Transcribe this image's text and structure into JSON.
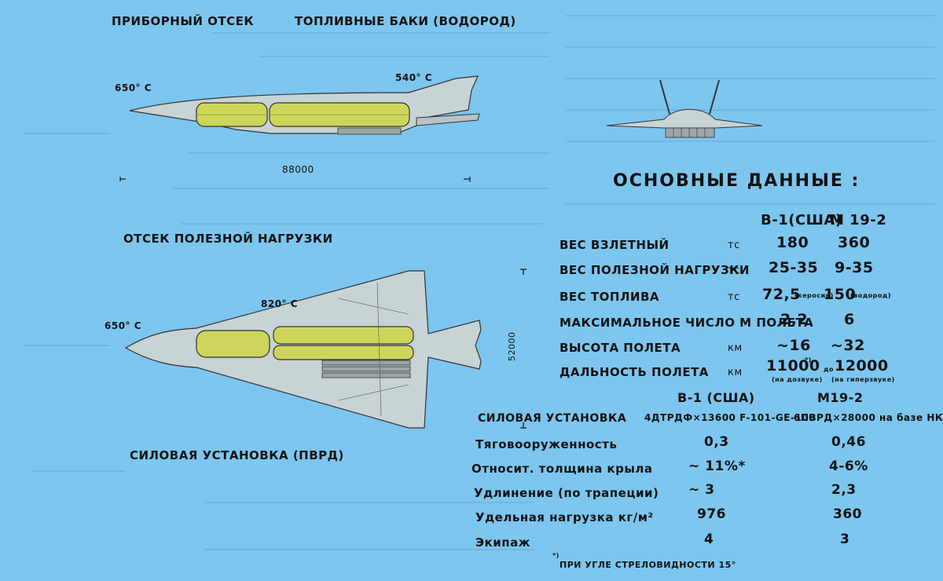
{
  "labels": {
    "instrument_bay": "ПРИБОРНЫЙ ОТСЕК",
    "fuel_tanks": "ТОПЛИВНЫЕ БАКИ (ВОДОРОД)",
    "payload_bay": "ОТСЕК ПОЛЕЗНОЙ НАГРУЗКИ",
    "powerplant": "СИЛОВАЯ УСТАНОВКА (ПВРД)",
    "temp_nose_side": "650° C",
    "temp_tail_side": "540° C",
    "temp_nose_top": "650° C",
    "temp_wing_top": "820° C",
    "length": "88000",
    "span": "52000"
  },
  "specs": {
    "title": "Основные данные :",
    "col1": "В-1(США)",
    "col2": "М 19-2",
    "rows": [
      {
        "label": "Вес взлетный",
        "unit": "тс",
        "v1": "180",
        "v2": "360",
        "v1_note": "",
        "v2_pre": "",
        "v2_note": ""
      },
      {
        "label": "Вес полезной нагрузки",
        "unit": "тс",
        "v1": "25-35",
        "v2": "9-35",
        "v1_note": "",
        "v2_pre": "",
        "v2_note": ""
      },
      {
        "label": "Вес топлива",
        "unit": "тс",
        "v1": "72,5",
        "v2": "150",
        "v1_note": "(керосин)",
        "v2_pre": "",
        "v2_note": "(водород)"
      },
      {
        "label": "Максимальное число М полета",
        "unit": "",
        "v1": "2,2",
        "v2": "6",
        "v1_note": "",
        "v2_pre": "",
        "v2_note": ""
      },
      {
        "label": "Высота полета",
        "unit": "км",
        "v1": "~16",
        "v2": "~32",
        "v1_note": "",
        "v2_pre": "",
        "v2_note": ""
      },
      {
        "label": "Дальность полета",
        "unit": "км",
        "v1": "11000",
        "v2": "12000",
        "v1_note": "(на дозвуке)",
        "v2_pre": "до",
        "v2_note": "(на гиперзвуке)"
      }
    ],
    "note_marker": "*)"
  },
  "specs2": {
    "col1": "В-1 (США)",
    "col2": "М19-2",
    "engine_label": "Силовая установка",
    "engine_v1": "4ДТРДФ×13600 F-101-GE-100",
    "engine_v2": "6ПВРД×28000 на базе НК",
    "rows": [
      {
        "label": "Тяговооруженность",
        "v1": "0,3",
        "v2": "0,46"
      },
      {
        "label": "Относит. толщина крыла",
        "v1": "~ 11%*",
        "v2": "4-6%"
      },
      {
        "label": "Удлинение (по трапеции)",
        "v1": "~ 3",
        "v2": "2,3"
      },
      {
        "label": "Удельная нагрузка кг/м²",
        "v1": "976",
        "v2": "360"
      },
      {
        "label": "Экипаж",
        "v1": "4",
        "v2": "3"
      }
    ],
    "footnote_marker": "*)",
    "footnote": "при угле стреловидности 15°"
  }
}
